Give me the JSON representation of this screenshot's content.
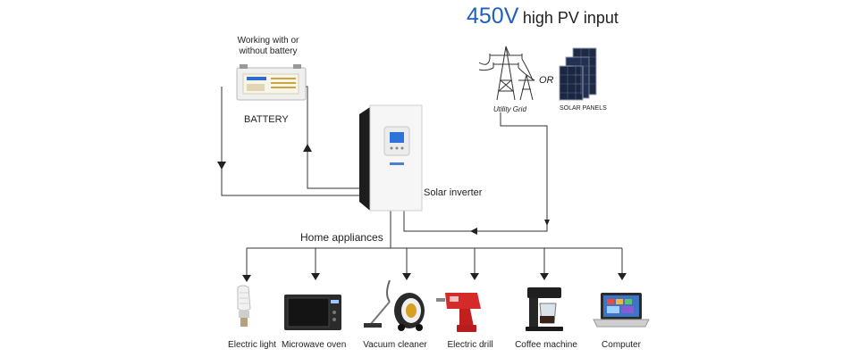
{
  "title": {
    "voltage": "450V",
    "rest": "high PV input"
  },
  "battery": {
    "note": "Working with or without battery",
    "label": "BATTERY"
  },
  "sources": {
    "or": "OR",
    "grid": "Utility Grid",
    "panels": "SOLAR PANELS"
  },
  "inverter": {
    "label": "Solar inverter"
  },
  "home": {
    "label": "Home appliances"
  },
  "appliances": [
    {
      "label": "Electric light",
      "icon": "light-bulb-icon"
    },
    {
      "label": "Microwave oven",
      "icon": "microwave-icon"
    },
    {
      "label": "Vacuum cleaner",
      "icon": "vacuum-cleaner-icon"
    },
    {
      "label": "Electric drill",
      "icon": "electric-drill-icon"
    },
    {
      "label": "Coffee machine",
      "icon": "coffee-machine-icon"
    },
    {
      "label": "Computer",
      "icon": "laptop-icon"
    }
  ],
  "colors": {
    "title": "#1f5fbf",
    "lines": "#333333",
    "drill": "#d42a2a",
    "battery_label": "#2f6bc8"
  }
}
